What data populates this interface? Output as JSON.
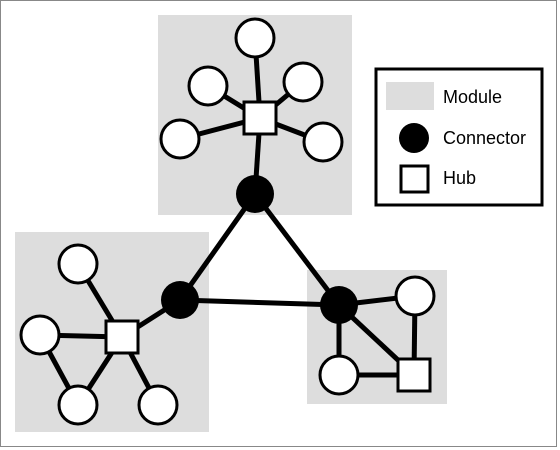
{
  "colors": {
    "module_fill": "#dddddd",
    "connector_fill": "#000000",
    "hub_fill": "#ffffff",
    "node_fill": "#ffffff",
    "edge": "#000000"
  },
  "legend": {
    "module_label": "Module",
    "connector_label": "Connector",
    "hub_label": "Hub"
  },
  "diagram": {
    "modules": [
      "top",
      "left",
      "right"
    ],
    "connectors": [
      "c-top",
      "c-left",
      "c-right"
    ],
    "hubs": [
      "h-top",
      "h-left",
      "h-right"
    ],
    "nodes": [
      "t1",
      "t2",
      "t3",
      "t4",
      "t5",
      "l1",
      "l2",
      "l3",
      "l4",
      "r1",
      "r2"
    ],
    "edges": [
      [
        "c-top",
        "c-left"
      ],
      [
        "c-left",
        "c-right"
      ],
      [
        "c-right",
        "c-top"
      ],
      [
        "c-top",
        "h-top"
      ],
      [
        "h-top",
        "t1"
      ],
      [
        "h-top",
        "t2"
      ],
      [
        "h-top",
        "t3"
      ],
      [
        "h-top",
        "t4"
      ],
      [
        "h-top",
        "t5"
      ],
      [
        "c-left",
        "h-left"
      ],
      [
        "h-left",
        "l1"
      ],
      [
        "h-left",
        "l2"
      ],
      [
        "h-left",
        "l3"
      ],
      [
        "h-left",
        "l4"
      ],
      [
        "l2",
        "l3"
      ],
      [
        "c-right",
        "r1"
      ],
      [
        "c-right",
        "r2"
      ],
      [
        "c-right",
        "h-right"
      ],
      [
        "h-right",
        "r1"
      ],
      [
        "h-right",
        "r2"
      ]
    ]
  }
}
